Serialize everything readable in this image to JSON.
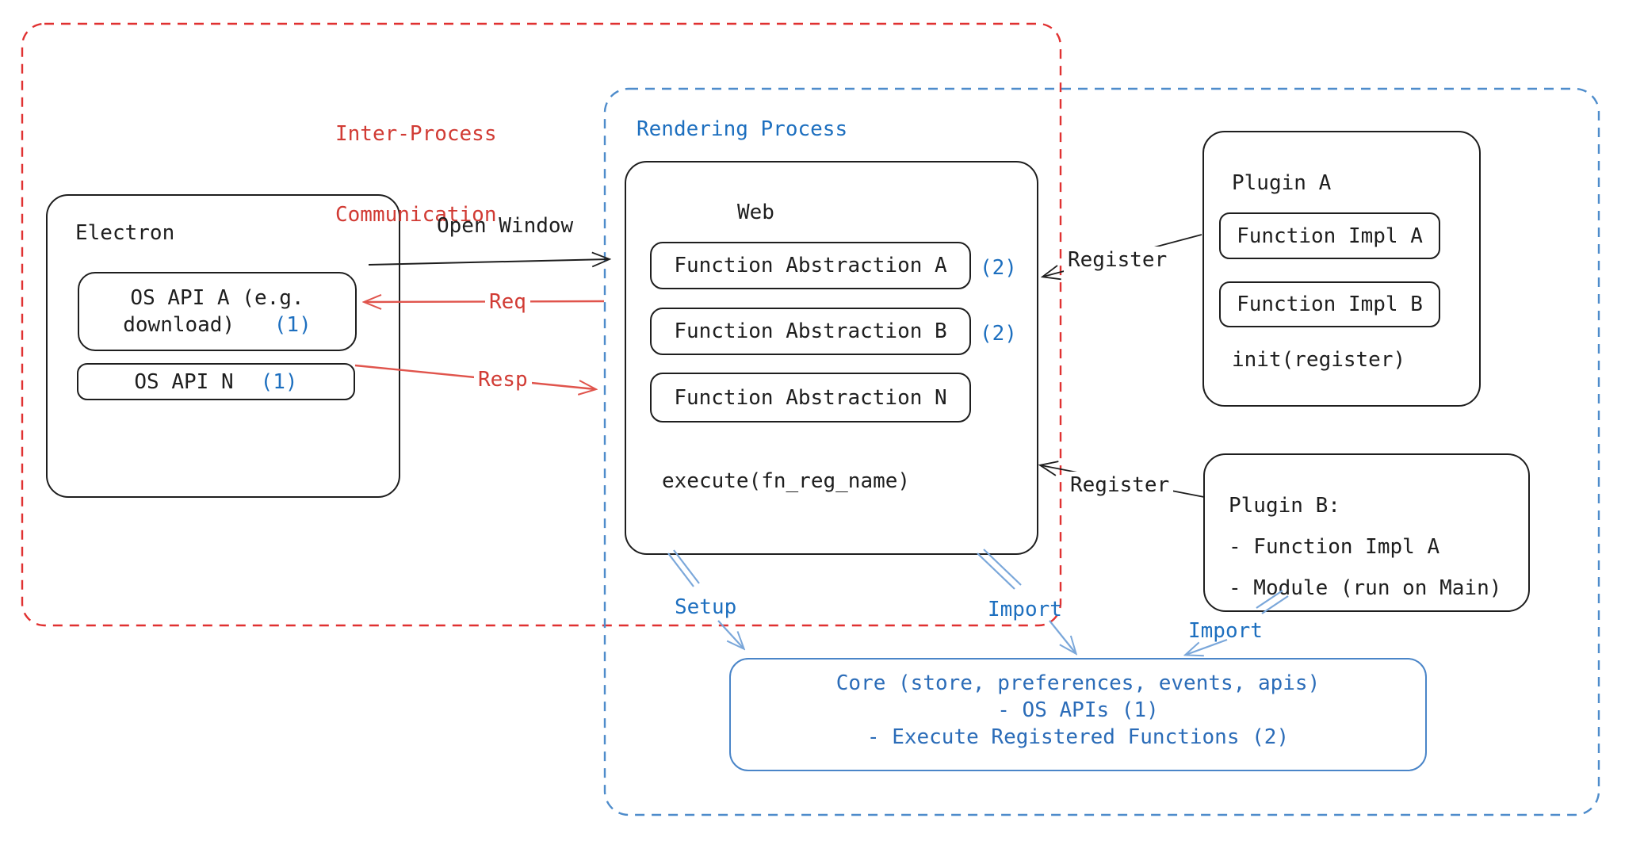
{
  "diagram": {
    "ipc": {
      "label_line1": "Inter-Process",
      "label_line2": "Communication"
    },
    "rendering": {
      "label": "Rendering Process"
    },
    "electron": {
      "title": "Electron",
      "os_api_a": {
        "line1": "OS API A (e.g.",
        "line2": "download)",
        "badge": "(1)"
      },
      "os_api_n": {
        "label": "OS API N",
        "badge": "(1)"
      }
    },
    "web": {
      "title": "Web",
      "items": [
        {
          "label": "Function Abstraction A",
          "badge": "(2)"
        },
        {
          "label": "Function Abstraction B",
          "badge": "(2)"
        },
        {
          "label": "Function Abstraction N",
          "badge": ""
        }
      ],
      "footer": "execute(fn_reg_name)"
    },
    "plugin_a": {
      "title": "Plugin A",
      "items": [
        "Function Impl A",
        "Function Impl B"
      ],
      "footer": "init(register)"
    },
    "plugin_b": {
      "lines": [
        "Plugin B:",
        "- Function Impl A",
        "- Module (run on Main)"
      ]
    },
    "core": {
      "lines": [
        "Core (store, preferences, events, apis)",
        "- OS APIs (1)",
        "- Execute Registered Functions (2)"
      ]
    },
    "arrows": {
      "open_window": "Open Window",
      "req": "Req",
      "resp": "Resp",
      "register_a": "Register",
      "register_b": "Register",
      "setup": "Setup",
      "import_web": "Import",
      "import_plugin": "Import"
    },
    "colors": {
      "black_stroke": "#1e1e1e",
      "red_accent": "#e03131",
      "blue_text": "#1d6fbf",
      "blue_dashed_border": "#4e8ccb",
      "core_border": "#4a85c8",
      "core_text": "#2b6cb8",
      "light_blue_arrow": "#7aa7da"
    }
  }
}
